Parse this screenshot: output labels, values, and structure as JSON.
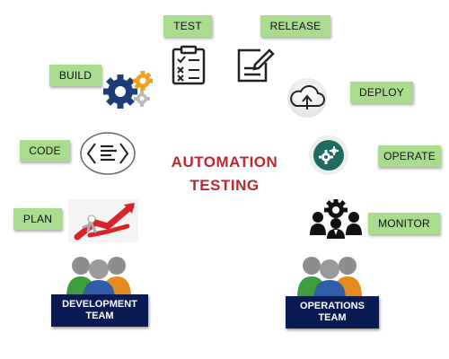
{
  "title": {
    "line1": "AUTOMATION",
    "line2": "TESTING"
  },
  "stages": {
    "build": "BUILD",
    "test": "TEST",
    "release": "RELEASE",
    "deploy": "DEPLOY",
    "code": "CODE",
    "operate": "OPERATE",
    "plan": "PLAN",
    "monitor": "MONITOR"
  },
  "teams": {
    "development": {
      "line1": "DEVELOPMENT",
      "line2": "TEAM"
    },
    "operations": {
      "line1": "OPERATIONS",
      "line2": "TEAM"
    }
  },
  "icons": {
    "build": "gears-icon",
    "test": "checklist-icon",
    "release": "edit-document-icon",
    "deploy": "cloud-upload-icon",
    "code": "code-icon",
    "operate": "gear-circle-icon",
    "plan": "arrows-plan-icon",
    "monitor": "people-gear-icon"
  },
  "colors": {
    "label_bg": "#a9dc8f",
    "title_red": "#c0262d",
    "team_navy": "#0a1a52",
    "operate_teal": "#1f6b62",
    "build_blue": "#1d3d7a",
    "build_orange": "#f0a020"
  }
}
